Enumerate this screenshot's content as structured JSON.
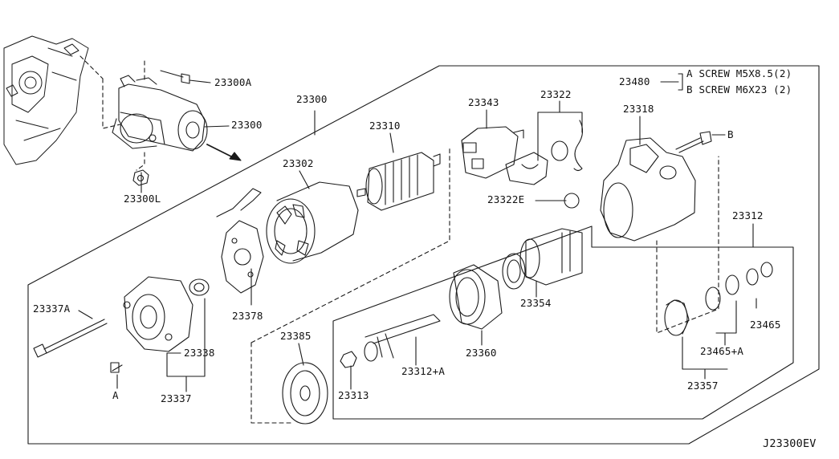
{
  "diagram": {
    "reference_code": "J23300EV",
    "screw_table": {
      "part_number": "23480",
      "rows": [
        {
          "key": "A",
          "text": "A SCREW M5X8.5(2)"
        },
        {
          "key": "B",
          "text": "B SCREW M6X23 (2)"
        }
      ]
    },
    "labels": {
      "p23300A": "23300A",
      "p23300_top": "23300",
      "p23300_main": "23300",
      "p23300L": "23300L",
      "p23310": "23310",
      "p23302": "23302",
      "p23343": "23343",
      "p23322": "23322",
      "p23318": "23318",
      "p23322E": "23322E",
      "p23312": "23312",
      "p23378": "23378",
      "p23354": "23354",
      "p23337A": "23337A",
      "p23338": "23338",
      "p23337": "23337",
      "p23385": "23385",
      "p23313": "23313",
      "p23312A": "23312+A",
      "p23360": "23360",
      "p23465": "23465",
      "p23465A": "23465+A",
      "p23357": "23357",
      "callout_a": "A",
      "callout_b": "B"
    }
  }
}
